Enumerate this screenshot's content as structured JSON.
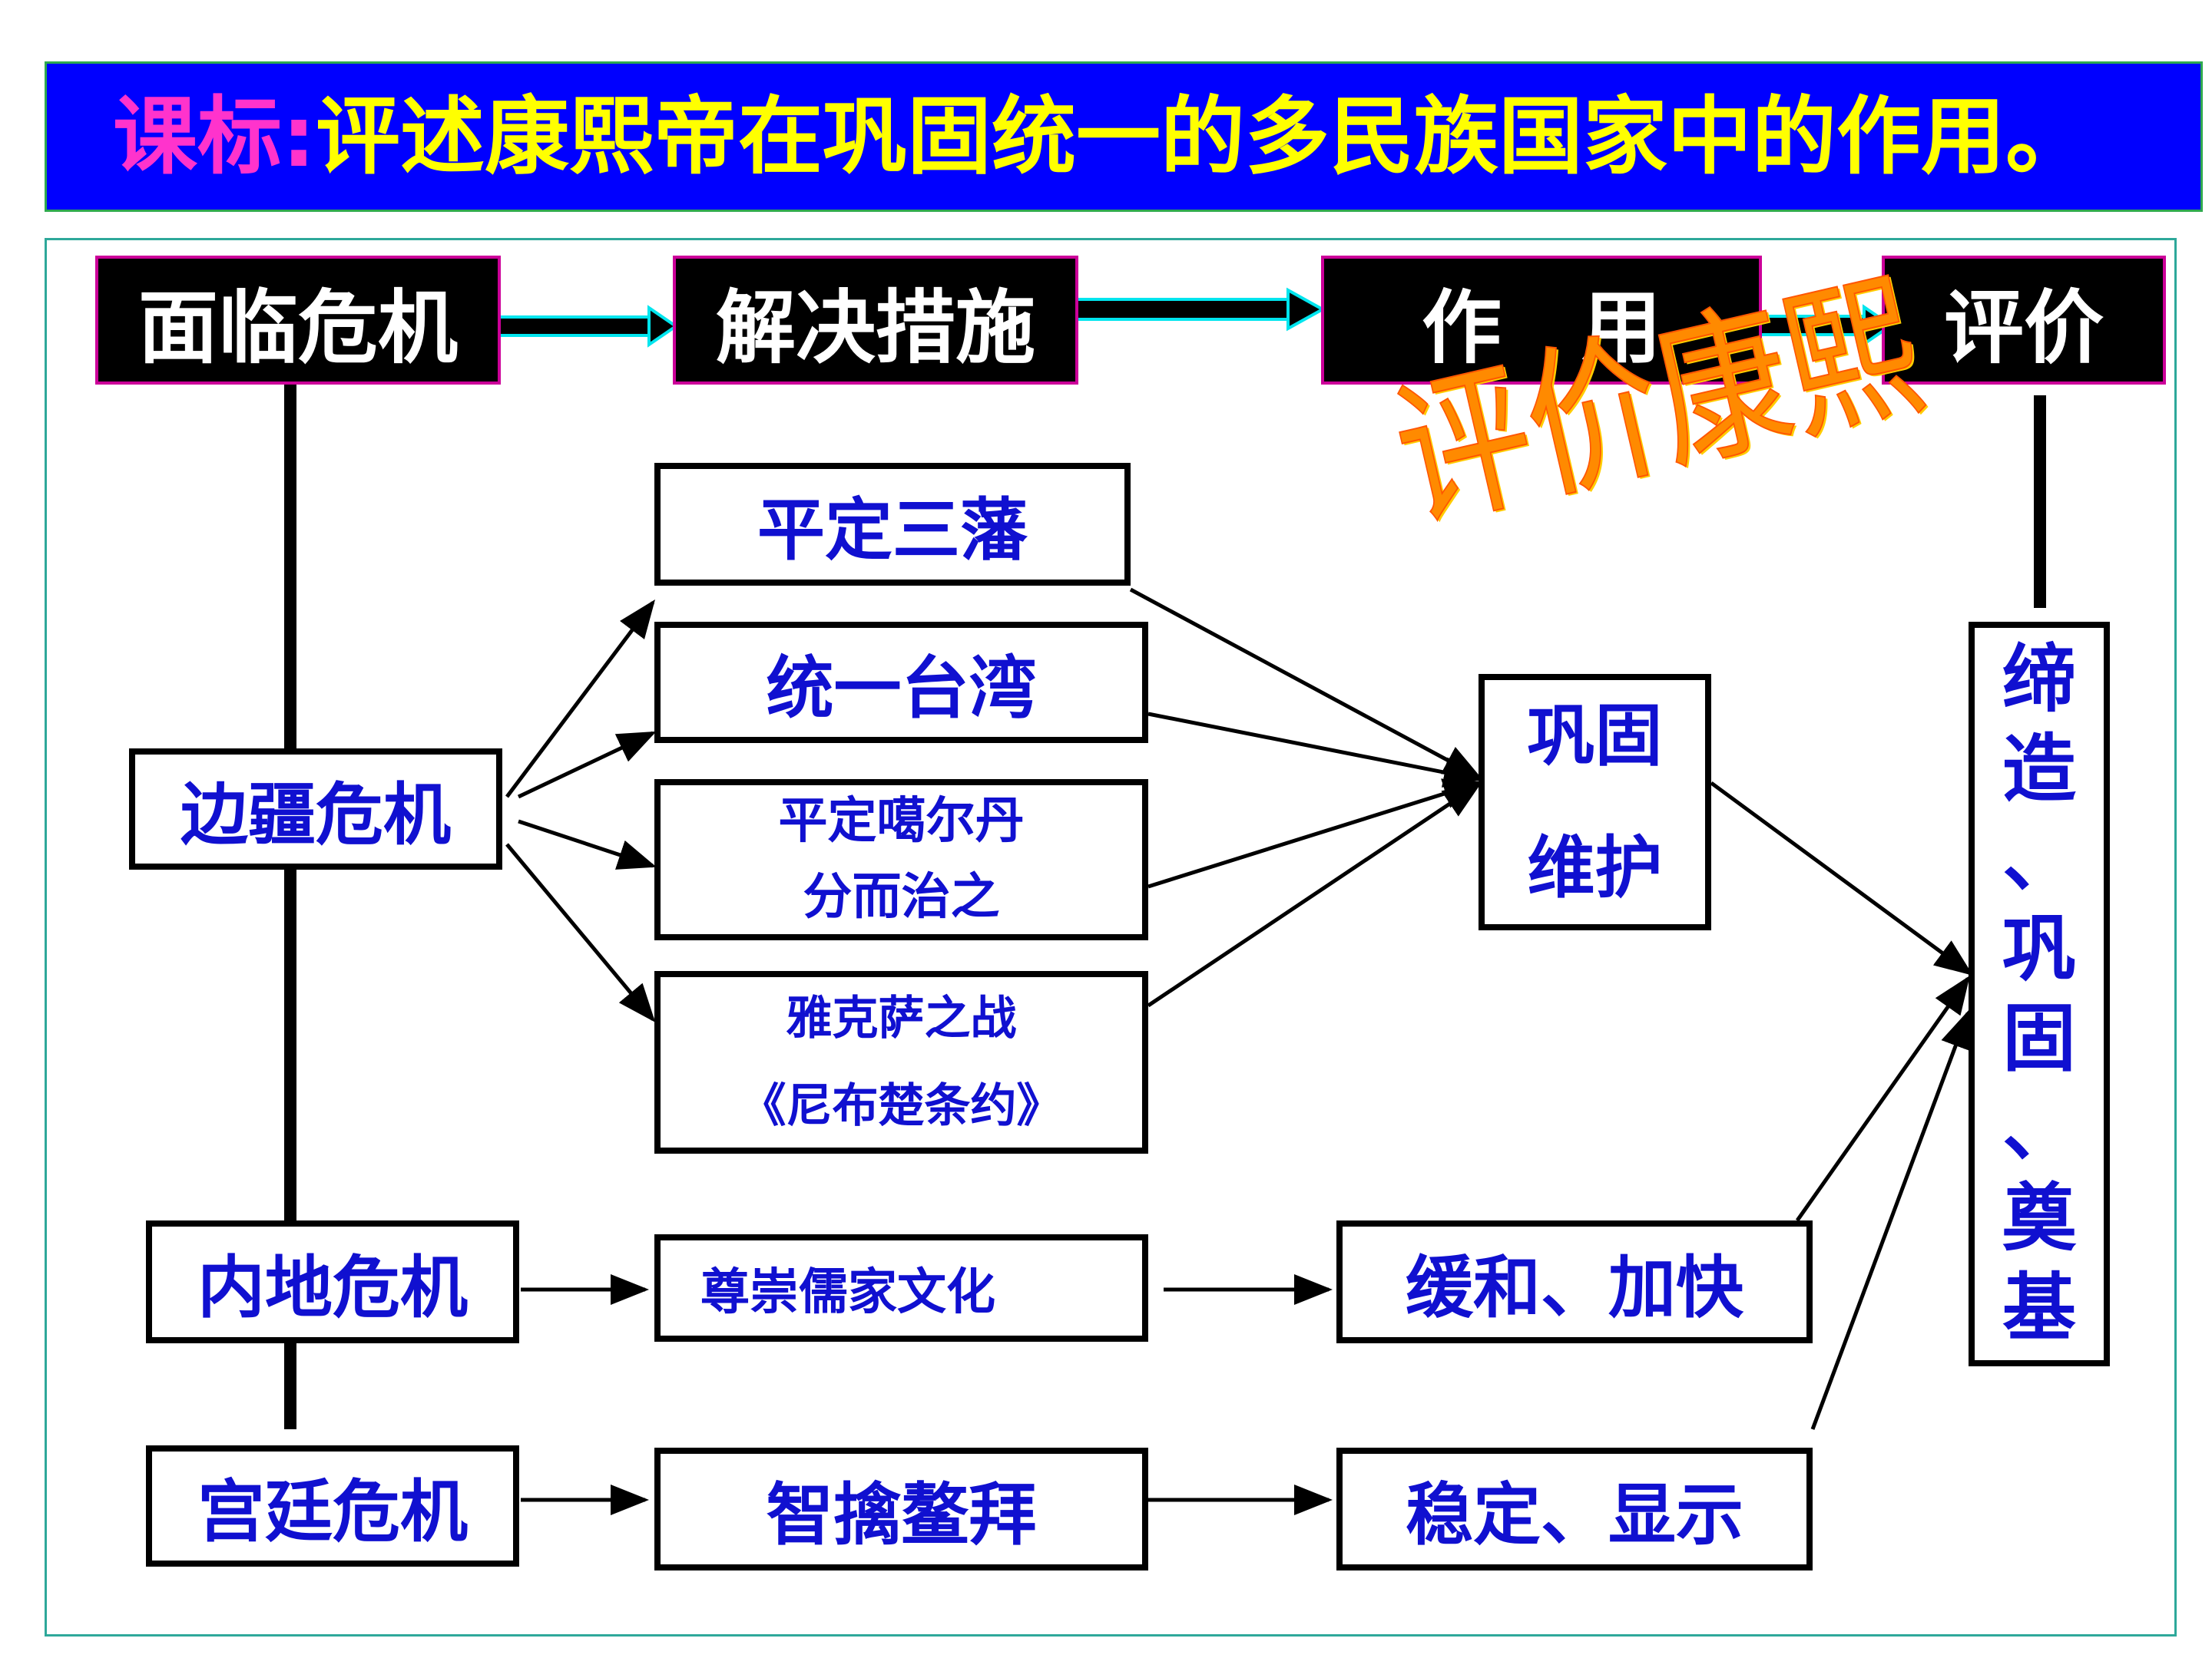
{
  "title": {
    "label": "课标:",
    "text": "评述康熙帝在巩固统一的多民族国家中的作用。"
  },
  "headers": {
    "crisis": "面临危机",
    "measures": "解决措施",
    "effect": "作　用",
    "evaluation": "评价"
  },
  "wordart": "评价康熙",
  "crises": {
    "frontier": "边疆危机",
    "inland": "内地危机",
    "court": "宫廷危机"
  },
  "measures": {
    "sanfan": "平定三藩",
    "taiwan": "统一台湾",
    "galdan": [
      "平定噶尔丹",
      "分而治之"
    ],
    "yaksa": [
      "雅克萨之战",
      "《尼布楚条约》"
    ],
    "confucian": "尊崇儒家文化",
    "oboi": "智擒鳌拜"
  },
  "effects": {
    "consolidate": [
      "巩固",
      "维护"
    ],
    "ease": "缓和、加快",
    "stabilize": "稳定、显示"
  },
  "evaluation": [
    "缔",
    "造",
    "、",
    "巩",
    "固",
    "、",
    "奠",
    "基"
  ],
  "colors": {
    "title_bg": "#0000ff",
    "title_label": "#ff33cc",
    "title_text": "#ffff00",
    "box_text": "#1010d0",
    "header_border": "#cc0099",
    "connector_arrow": "#00e5ee",
    "wordart": "#ff8a00"
  }
}
